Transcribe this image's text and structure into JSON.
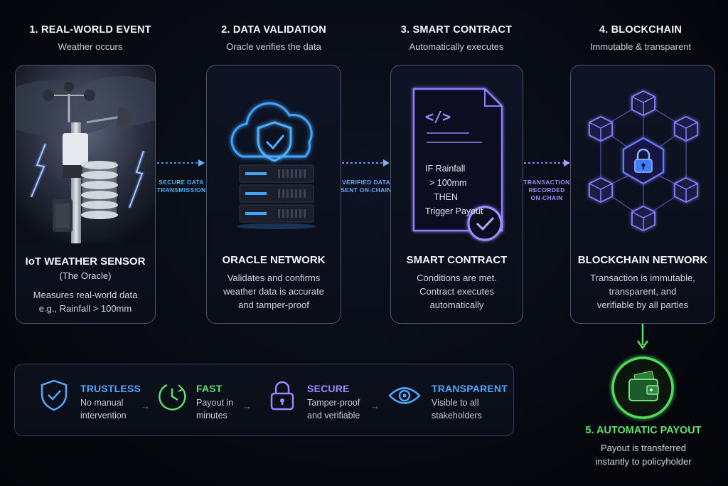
{
  "steps": [
    {
      "title": "1. REAL-WORLD EVENT",
      "subtitle": "Weather occurs",
      "card_title": "IoT WEATHER SENSOR",
      "card_subtitle": "(The Oracle)",
      "desc1": "Measures real-world data",
      "desc2": "e.g., Rainfall > 100mm",
      "icon": "weather-sensor-icon"
    },
    {
      "title": "2. DATA VALIDATION",
      "subtitle": "Oracle verifies the data",
      "card_title": "ORACLE NETWORK",
      "desc1": "Validates and confirms",
      "desc2": "weather data is accurate",
      "desc3": "and tamper-proof",
      "icon": "cloud-shield-server-icon"
    },
    {
      "title": "3. SMART CONTRACT",
      "subtitle": "Automatically executes",
      "card_title": "SMART CONTRACT",
      "desc1": "Conditions are met.",
      "desc2": "Contract executes",
      "desc3": "automatically",
      "icon": "contract-document-icon",
      "code": {
        "line1": "IF Rainfall",
        "line2": "> 100mm",
        "line3": "THEN",
        "line4": "Trigger Payout",
        "tag": "</>"
      }
    },
    {
      "title": "4. BLOCKCHAIN",
      "subtitle": "Immutable & transparent",
      "card_title": "BLOCKCHAIN NETWORK",
      "desc1": "Transaction is immutable,",
      "desc2": "transparent, and",
      "desc3": "verifiable by all parties",
      "icon": "blockchain-network-icon"
    }
  ],
  "connectors": [
    {
      "line1": "SECURE DATA",
      "line2": "TRANSMISSION",
      "color": "#4fb3ff"
    },
    {
      "line1": "VERIFIED DATA",
      "line2": "SENT ON-CHAIN",
      "color": "#6aa6ff"
    },
    {
      "line1": "TRANSACTION",
      "line2": "RECORDED",
      "line3": "ON-CHAIN",
      "color": "#9a8cff"
    }
  ],
  "features": [
    {
      "title": "TRUSTLESS",
      "desc1": "No manual",
      "desc2": "intervention",
      "color": "#5aa7ff",
      "icon": "shield-check-icon"
    },
    {
      "title": "FAST",
      "desc1": "Payout in",
      "desc2": "minutes",
      "color": "#5fdc6a",
      "icon": "clock-icon"
    },
    {
      "title": "SECURE",
      "desc1": "Tamper-proof",
      "desc2": "and verifiable",
      "color": "#9f86ff",
      "icon": "padlock-icon"
    },
    {
      "title": "TRANSPARENT",
      "desc1": "Visible to all",
      "desc2": "stakeholders",
      "color": "#4fa8ff",
      "icon": "eye-icon"
    }
  ],
  "payout": {
    "title": "5. AUTOMATIC PAYOUT",
    "desc1": "Payout is transferred",
    "desc2": "instantly to policyholder",
    "color": "#5fe36a",
    "icon": "wallet-icon"
  },
  "colors": {
    "blue": "#3fa4ff",
    "purple": "#8f7bff",
    "green": "#58e060",
    "card_border": "#4b5468"
  }
}
